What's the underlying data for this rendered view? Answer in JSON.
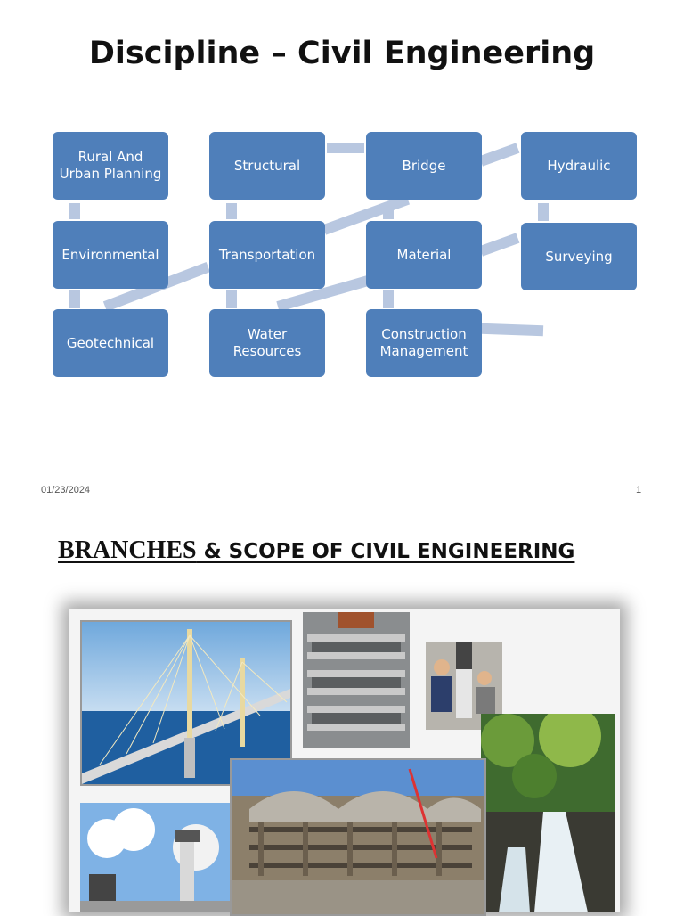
{
  "slide1": {
    "title": "Discipline – Civil Engineering",
    "boxes": {
      "rural": "Rural And\nUrban Planning",
      "structural": "Structural",
      "bridge": "Bridge",
      "hydraulic": "Hydraulic",
      "environmental": "Environmental",
      "transportation": "Transportation",
      "material": "Material",
      "surveying": "Surveying",
      "geotechnical": "Geotechnical",
      "water": "Water\nResources",
      "construction": "Construction\nManagement"
    },
    "date": "01/23/2024",
    "page": "1"
  },
  "slide2": {
    "title_first": "BRANCHES",
    "title_rest": " & SCOPE OF CIVIL ENGINEERING"
  },
  "colors": {
    "box": "#4f7fba",
    "connector": "#b8c7e0"
  }
}
